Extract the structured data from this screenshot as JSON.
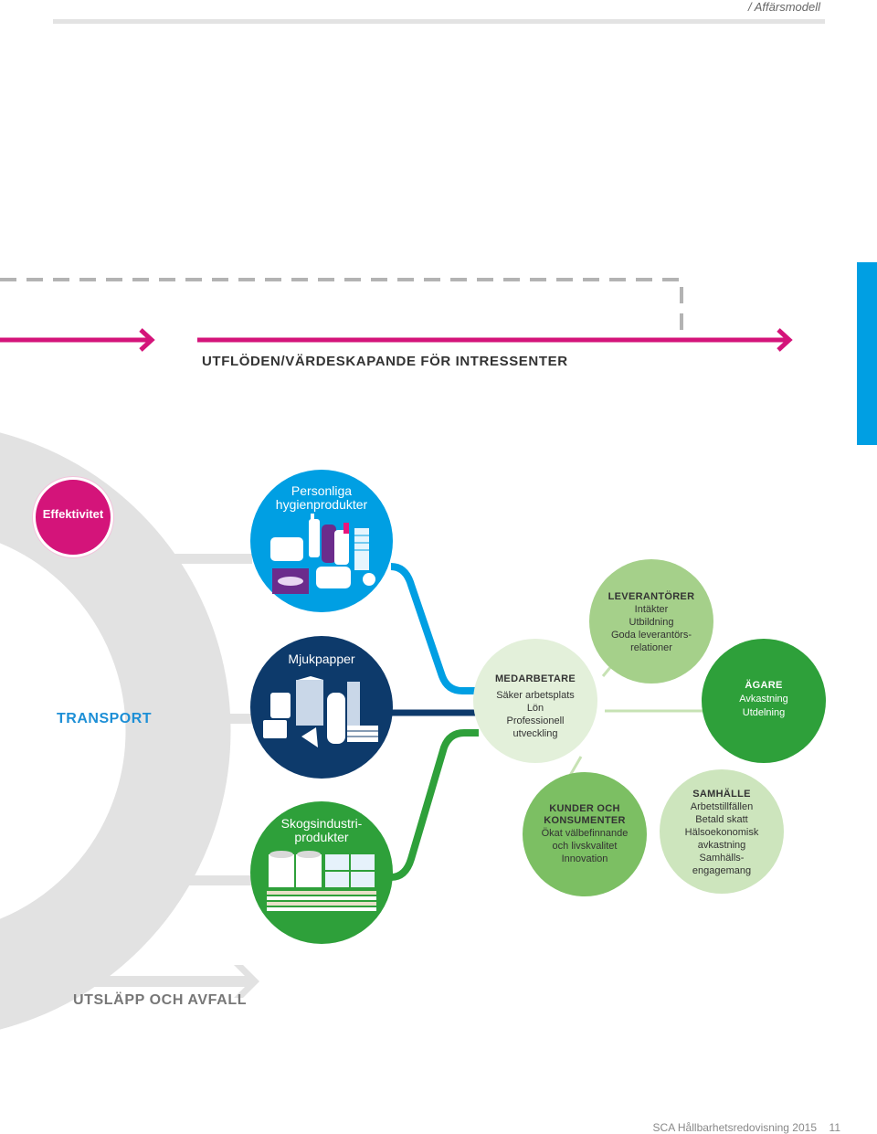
{
  "header": {
    "breadcrumb": "/ Affärsmodell"
  },
  "headings": {
    "outflows": "UTFLÖDEN/VÄRDESKAPANDE FÖR INTRESSENTER",
    "emissions": "UTSLÄPP OCH AVFALL",
    "transport": "TRANSPORT"
  },
  "effektivitet": "Effektivitet",
  "products": [
    {
      "label_line1": "Personliga",
      "label_line2": "hygienprodukter"
    },
    {
      "label_line1": "Mjukpapper",
      "label_line2": ""
    },
    {
      "label_line1": "Skogsindustri-",
      "label_line2": "produkter"
    }
  ],
  "stakeholders": {
    "leverantorer": {
      "title": "LEVERANTÖRER",
      "lines": [
        "Intäkter",
        "Utbildning",
        "Goda leverantörs-",
        "relationer"
      ]
    },
    "medarbetare": {
      "title": "MEDARBETARE",
      "lines": [
        "Säker arbetsplats",
        "Lön",
        "Professionell",
        "utveckling"
      ]
    },
    "agare": {
      "title": "ÄGARE",
      "lines": [
        "Avkastning",
        "Utdelning"
      ]
    },
    "kunder": {
      "title_line1": "KUNDER OCH",
      "title_line2": "KONSUMENTER",
      "lines": [
        "Ökat välbefinnande",
        "och livskvalitet",
        "Innovation"
      ]
    },
    "samhalle": {
      "title": "SAMHÄLLE",
      "lines": [
        "Arbetstillfällen",
        "Betald skatt",
        "Hälsoekonomisk",
        "avkastning",
        "Samhälls-",
        "engagemang"
      ]
    }
  },
  "footer": {
    "report": "SCA Hållbarhetsredovisning 2015",
    "page": "11"
  },
  "colors": {
    "magenta": "#d4147a",
    "blue": "#009fe3",
    "navy": "#0d3a6b",
    "green": "#2ea03a",
    "light_green": "#a5d08a",
    "pale_green": "#e3f0da",
    "gray": "#e2e2e2"
  }
}
